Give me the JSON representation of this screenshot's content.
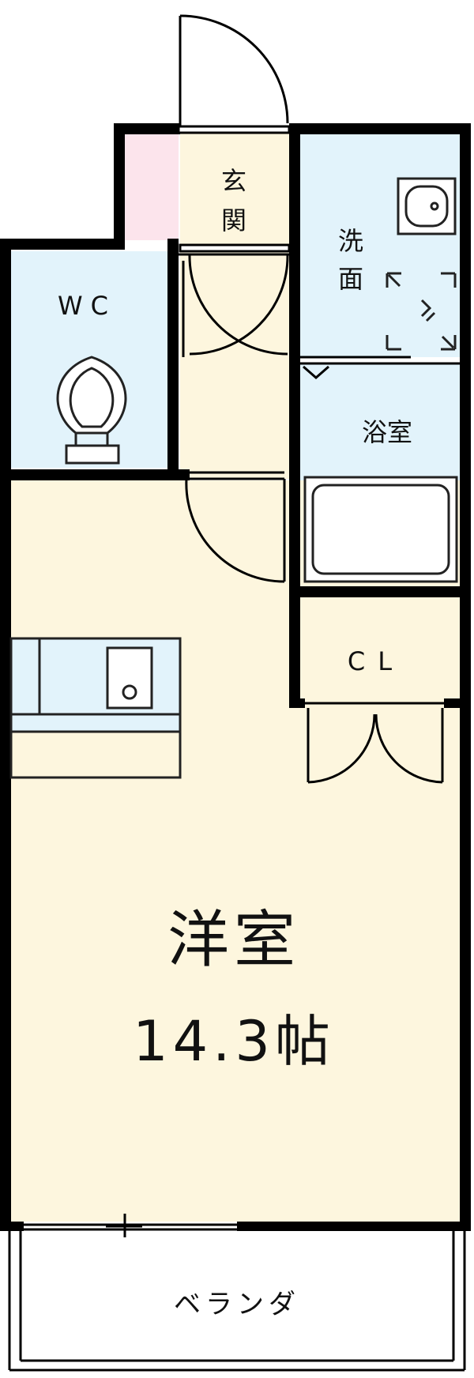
{
  "rooms": {
    "genkan": "玄\n関",
    "senmen": "洗\n面",
    "wc": "WC",
    "yokushitsu": "浴室",
    "cl": "CL",
    "youshitsu": "洋室",
    "youshitsu_size": "14.3帖",
    "veranda": "ベランダ"
  },
  "colors": {
    "wall": "#000000",
    "floor_cream": "#fdf6de",
    "water_blue": "#e2f3fb",
    "storage_pink": "#fce4ec",
    "fixture_stroke": "#222222"
  }
}
